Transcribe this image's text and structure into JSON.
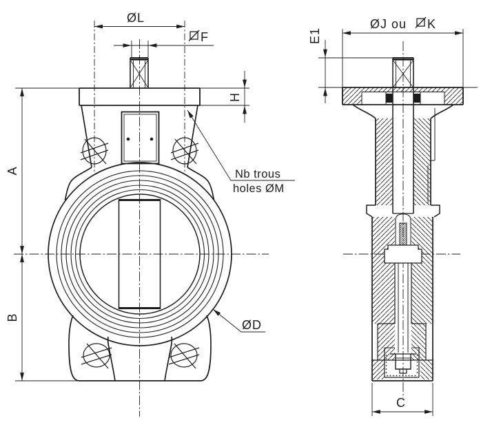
{
  "drawing": {
    "description": "Butterfly valve dimensional drawing, front view and sectional side view",
    "front_view": {
      "dim_bolt_circle": "ØL",
      "dim_shaft_square_letter": "F",
      "dim_flange_thickness": "H",
      "dim_center_to_top": "A",
      "dim_center_to_bottom": "B",
      "dim_body_diameter": "ØD",
      "holes_note_line1": "Nb trous",
      "holes_note_line2": "holes ØM"
    },
    "side_view": {
      "dim_flange_prefix": "ØJ ou",
      "dim_flange_square_letter": "K",
      "dim_shaft_height": "E1",
      "dim_bottom_width": "C"
    },
    "colors": {
      "line": "#1c1c1c",
      "background": "#ffffff"
    }
  }
}
